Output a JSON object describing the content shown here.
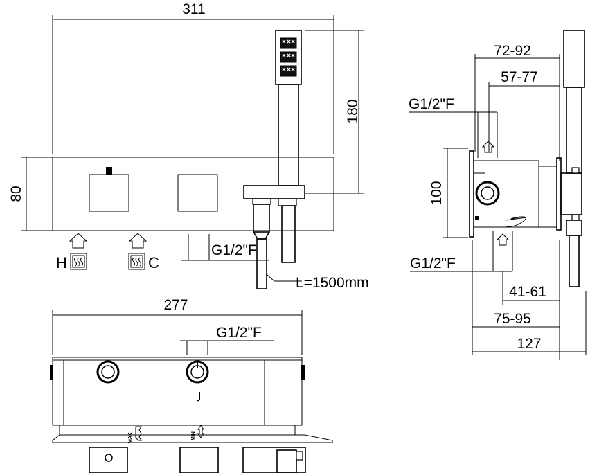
{
  "dimensions": {
    "front_width": "311",
    "front_height": "80",
    "hand_shower_height": "180",
    "hose_length": "L=1500mm",
    "box_width": "277",
    "side_72_92": "72-92",
    "side_57_77": "57-77",
    "side_100": "100",
    "side_41_61": "41-61",
    "side_75_95": "75-95",
    "side_127": "127"
  },
  "connections": {
    "front_outlet": "G1/2\"F",
    "top_view_outlet": "G1/2\"F",
    "side_top": "G1/2\"F",
    "side_bottom": "G1/2\"F"
  },
  "inlets": {
    "hot": "H",
    "cold": "C"
  },
  "markings": {
    "max": "MAX",
    "min": "MIN"
  },
  "icons": [
    "arrow-up-icon",
    "hot-water-icon",
    "cold-water-icon",
    "shower-grid-icon",
    "flow-mark-icon"
  ]
}
